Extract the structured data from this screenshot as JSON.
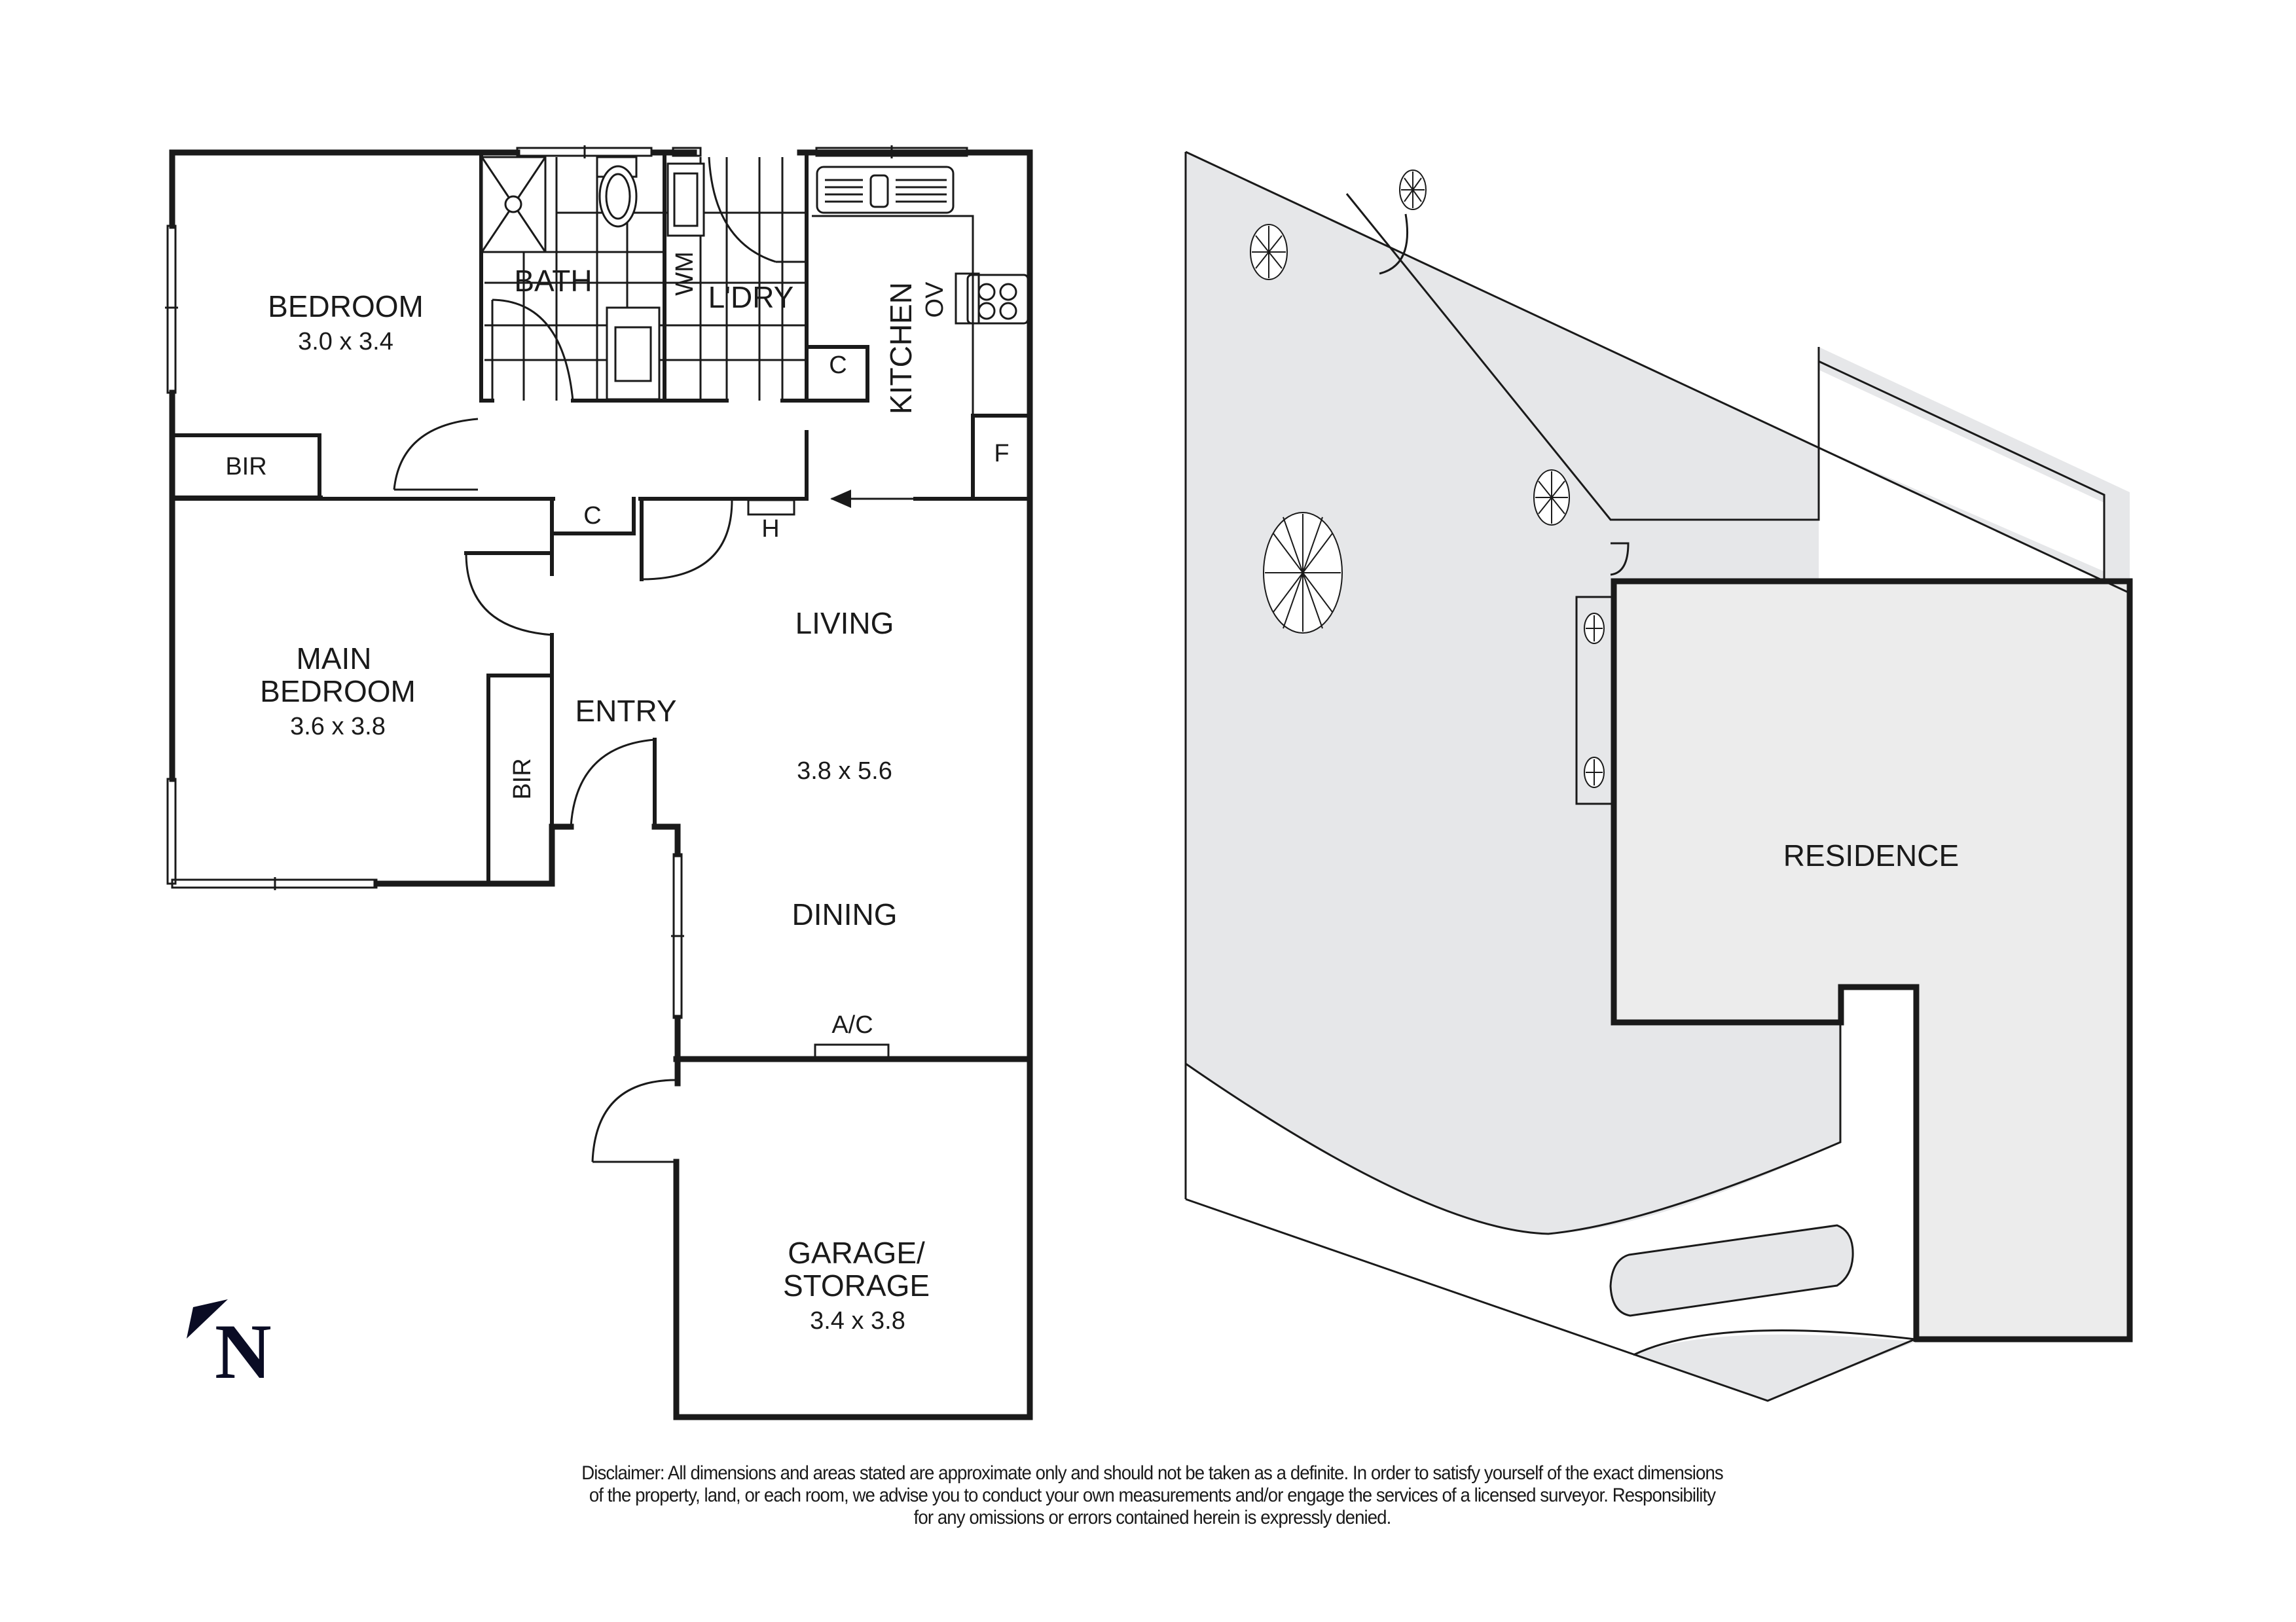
{
  "floor_plan": {
    "rooms": [
      {
        "id": "bedroom",
        "name": "BEDROOM",
        "dims": "3.0 x 3.4"
      },
      {
        "id": "bath",
        "name": "BATH"
      },
      {
        "id": "laundry",
        "name": "L'DRY"
      },
      {
        "id": "kitchen",
        "name": "KITCHEN"
      },
      {
        "id": "main_bedroom",
        "name_line1": "MAIN",
        "name_line2": "BEDROOM",
        "dims": "3.6 x 3.8"
      },
      {
        "id": "entry",
        "name": "ENTRY"
      },
      {
        "id": "living",
        "name": "LIVING",
        "dims": "3.8 x 5.6"
      },
      {
        "id": "dining",
        "name": "DINING"
      },
      {
        "id": "garage",
        "name_line1": "GARAGE/",
        "name_line2": "STORAGE",
        "dims": "3.4 x 3.8"
      }
    ],
    "fixtures": {
      "bir_top": "BIR",
      "bir_main": "BIR",
      "cupboard_hall": "C",
      "cupboard_kitchen": "C",
      "heater": "H",
      "fridge": "F",
      "oven": "OV",
      "washing_machine": "WM",
      "air_conditioner": "A/C"
    }
  },
  "site_plan": {
    "residence_label": "RESIDENCE",
    "colors": {
      "garden": "#e6e7e9",
      "residence": "#ececec",
      "line": "#1a1a1a"
    }
  },
  "north_arrow": {
    "letter": "N",
    "color": "#0a0c24"
  },
  "disclaimer": {
    "line1": "Disclaimer: All dimensions and areas stated are approximate only and should not be taken as a definite. In order to satisfy yourself of the exact dimensions",
    "line2": "of the property, land, or each room, we advise you to conduct your own measurements and/or engage the services of a licensed surveyor. Responsibility",
    "line3": "for any omissions or errors contained herein is expressly denied."
  }
}
